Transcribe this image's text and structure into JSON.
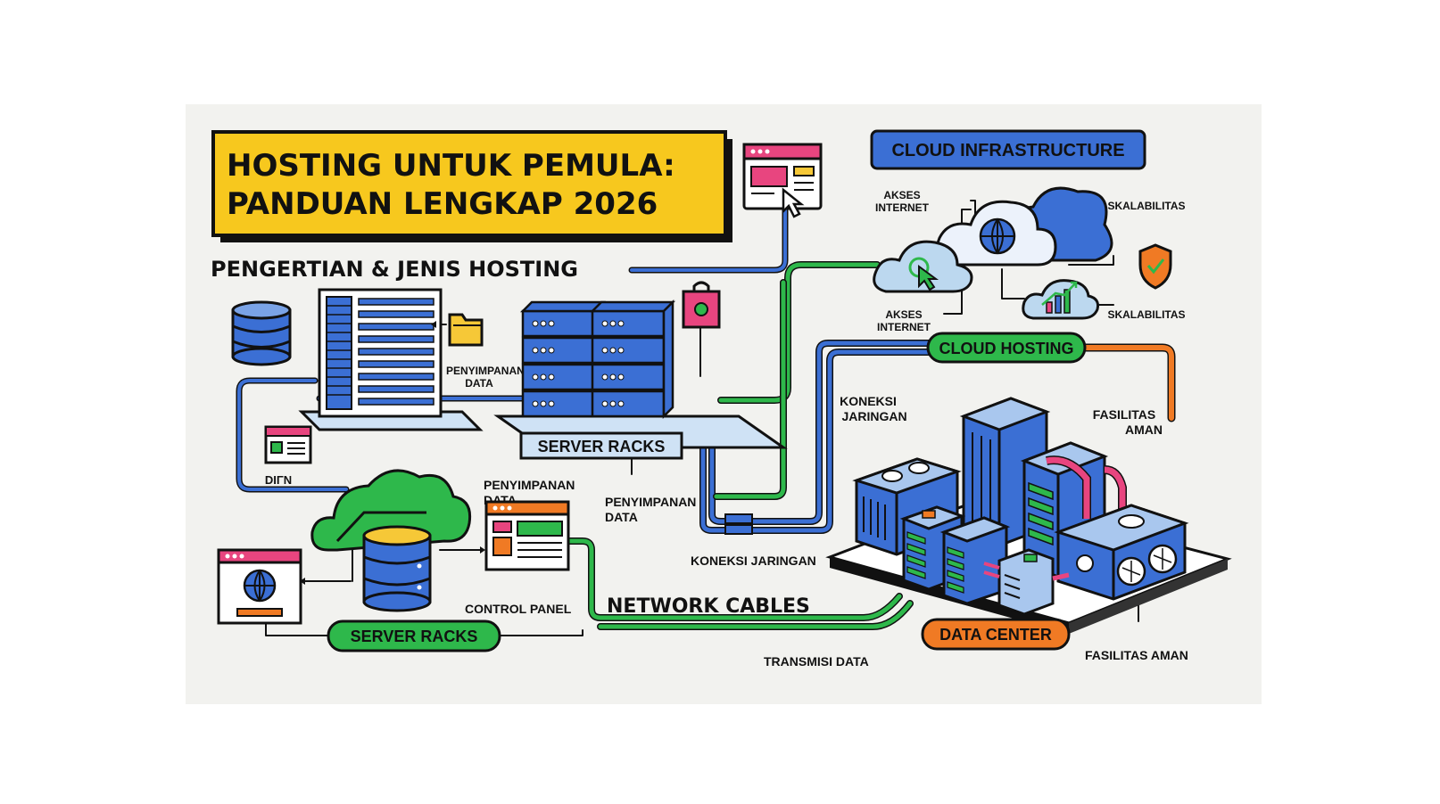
{
  "title": {
    "line1": "HOSTING UNTUK PEMULA:",
    "line2": "PANDUAN LENGKAP 2026"
  },
  "subtitle": "PENGERTIAN & JENIS HOSTING",
  "labels": {
    "cloud_infrastructure": "CLOUD INFRASTRUCTURE",
    "akses_1a": "AKSES",
    "akses_1b": "INTERNET",
    "akses_2a": "AKSES",
    "akses_2b": "INTERNET",
    "skalabilitas_1": "SKALABILITAS",
    "skalabilitas_2": "SKALABILITAS",
    "cloud_hosting": "CLOUD HOSTING",
    "koneksi_jaringan_a": "KONEKSI",
    "koneksi_jaringan_b": "JARINGAN",
    "fasilitas_aman_a": "FASILITAS",
    "fasilitas_aman_b": "AMAN",
    "penyimpanan_1a": "PENYIMPANAN",
    "penyimpanan_1b": "DATA",
    "penyimpanan_2a": "PENYIMPANAN",
    "penyimpanan_2b": "DATA",
    "penyimpanan_3a": "PENYIMPANAN",
    "penyimpanan_3b": "DATA",
    "server_racks_top": "SERVER RACKS",
    "server_racks_bottom": "SERVER RACKS",
    "diten": "DIΓN",
    "control_panel": "CONTROL PANEL",
    "network_cables": "NETWORK CABLES",
    "koneksi_jaringan_bottom": "KONEKSI JARINGAN",
    "transmisi_data": "TRANSMISI DATA",
    "data_center": "DATA CENTER",
    "fasilitas_aman_bottom": "FASILITAS AMAN"
  },
  "colors": {
    "title_bg": "#f7c81e",
    "blue": "#3b6fd4",
    "green": "#2eb84b",
    "orange": "#f07a24",
    "pink": "#e8457f",
    "light_blue": "#bcd8ef",
    "yellow": "#f6c837"
  },
  "icons": [
    "database-icon",
    "server-icon",
    "folder-icon",
    "browser-window-icon",
    "cloud-icon",
    "globe-icon",
    "cursor-icon",
    "shield-check-icon",
    "growth-chart-icon",
    "lock-icon",
    "data-center-icon"
  ]
}
